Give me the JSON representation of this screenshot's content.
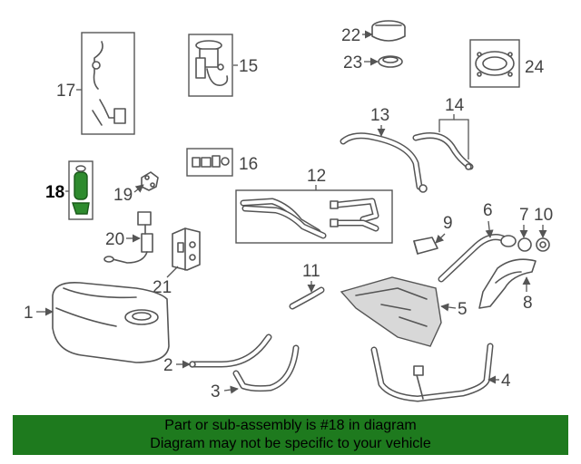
{
  "callouts": [
    "1",
    "2",
    "3",
    "4",
    "5",
    "6",
    "7",
    "8",
    "9",
    "10",
    "11",
    "12",
    "13",
    "14",
    "15",
    "16",
    "17",
    "18",
    "19",
    "20",
    "21",
    "22",
    "23",
    "24"
  ],
  "highlight_callout": "18",
  "highlight_color": "#1e7a1e",
  "banner": {
    "line1": "Part or sub-assembly is #18 in diagram",
    "line2": "Diagram may not be specific to your vehicle"
  }
}
